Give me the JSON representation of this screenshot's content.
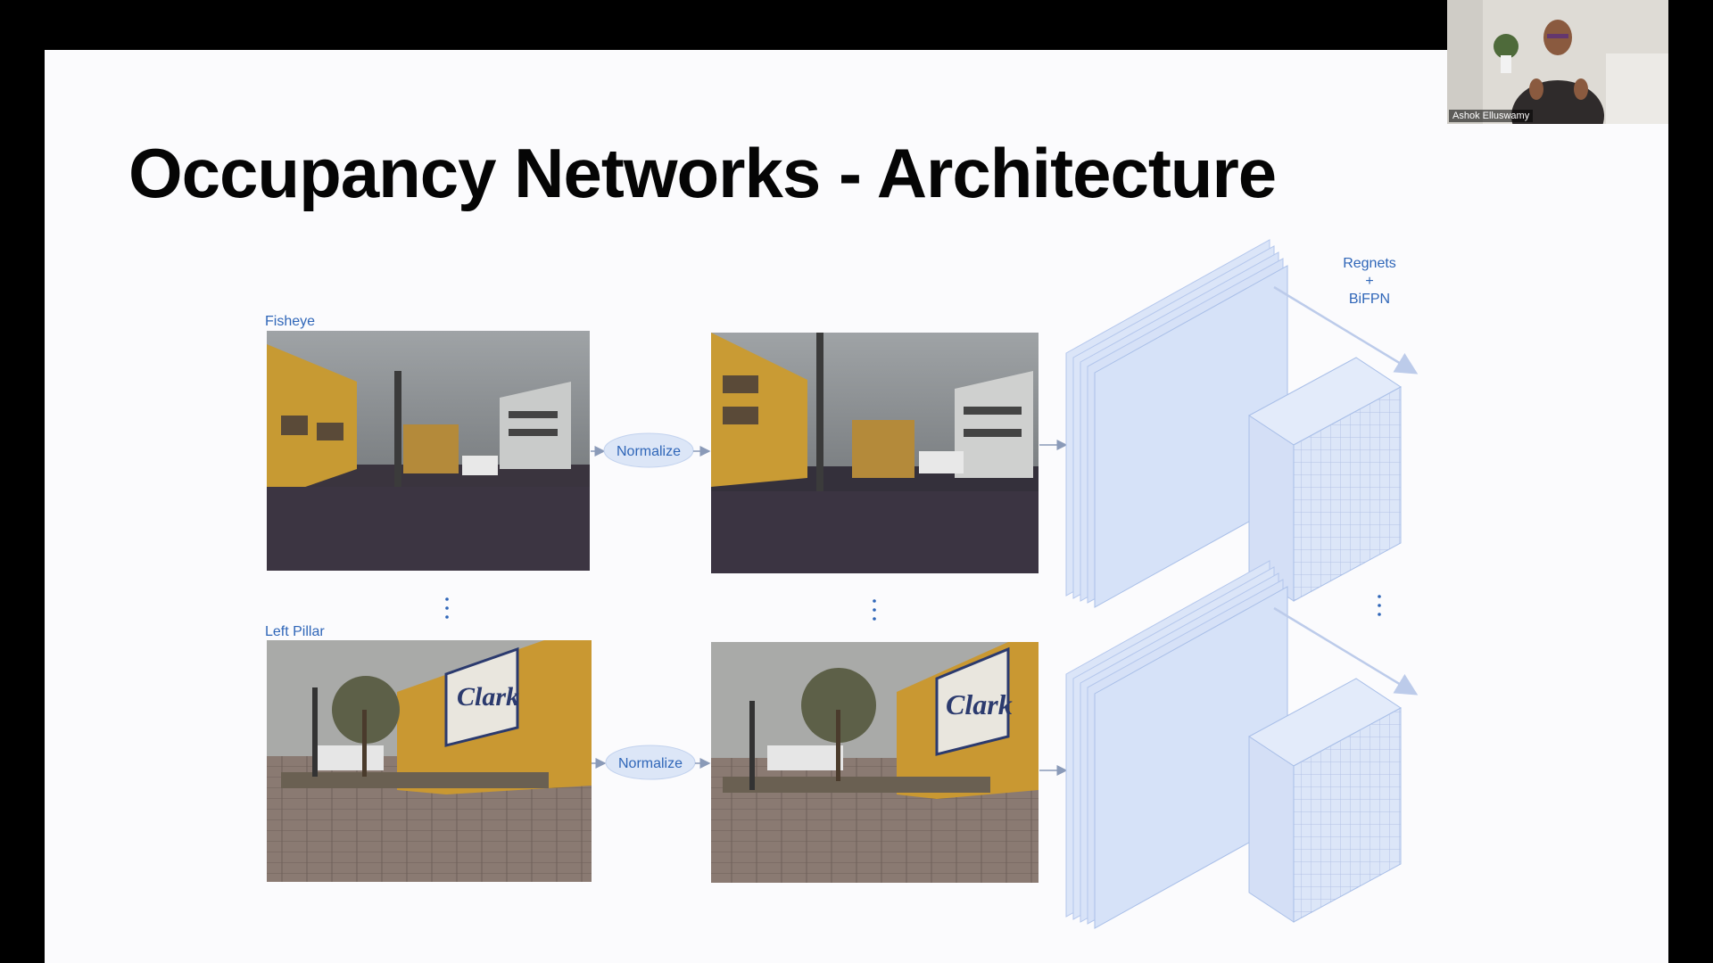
{
  "slide": {
    "title": "Occupancy Networks - Architecture"
  },
  "cameras": [
    {
      "label": "Fisheye",
      "normalize_label": "Normalize"
    },
    {
      "label": "Left Pillar",
      "normalize_label": "Normalize"
    }
  ],
  "backbone": {
    "label_line1": "Regnets",
    "label_line2": "+",
    "label_line3": "BiFPN"
  },
  "colors": {
    "slide_bg": "#fbfbfd",
    "accent_blue": "#2f66b8",
    "block_fill": "#d6e2f8",
    "block_stroke": "#a9bfe8"
  },
  "webcam": {
    "name": "Ashok Elluswamy"
  }
}
